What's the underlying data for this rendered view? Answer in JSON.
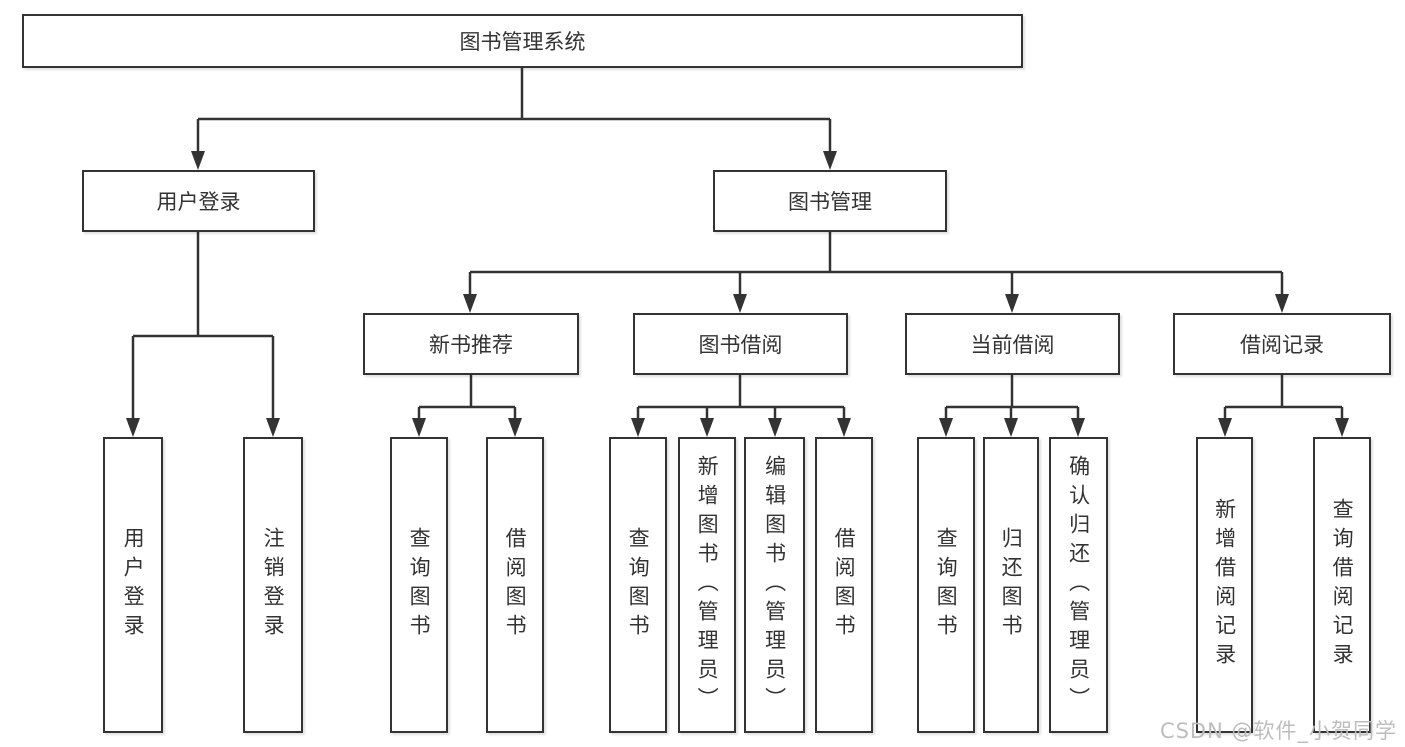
{
  "diagram": {
    "type": "tree-diagram",
    "tree": {
      "label": "图书管理系统",
      "children": [
        {
          "label": "用户登录",
          "children": [
            {
              "label": "用户登录"
            },
            {
              "label": "注销登录"
            }
          ]
        },
        {
          "label": "图书管理",
          "children": [
            {
              "label": "新书推荐",
              "children": [
                {
                  "label": "查询图书"
                },
                {
                  "label": "借阅图书"
                }
              ]
            },
            {
              "label": "图书借阅",
              "children": [
                {
                  "label": "查询图书"
                },
                {
                  "label": "新增图书（管理员）"
                },
                {
                  "label": "编辑图书（管理员）"
                },
                {
                  "label": "借阅图书"
                }
              ]
            },
            {
              "label": "当前借阅",
              "children": [
                {
                  "label": "查询图书"
                },
                {
                  "label": "归还图书"
                },
                {
                  "label": "确认归还（管理员）"
                }
              ]
            },
            {
              "label": "借阅记录",
              "children": [
                {
                  "label": "新增借阅记录"
                },
                {
                  "label": "查询借阅记录"
                }
              ]
            }
          ]
        }
      ]
    },
    "colors": {
      "line": "#333333",
      "box_border": "#333333",
      "box_fill": "#ffffff",
      "text": "#333333",
      "background": "#ffffff",
      "watermark": "#bdbdbd"
    }
  },
  "watermark": {
    "text": "CSDN @软件_小贺同学"
  }
}
